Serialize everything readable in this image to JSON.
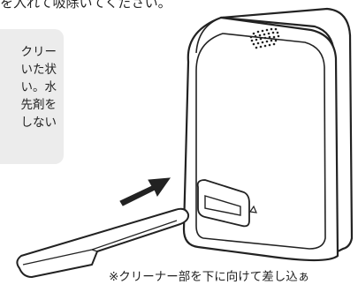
{
  "top_text": "を入れて吸除いてください。",
  "note_lines": [
    "クリー",
    "いた状",
    "い。水",
    "先剤を",
    "しない"
  ],
  "bottom_caption": "※クリーナー部を下に向けて差し込ぁ",
  "colors": {
    "note_bg": "#ececec",
    "line": "#222222",
    "arrow": "#222222"
  }
}
